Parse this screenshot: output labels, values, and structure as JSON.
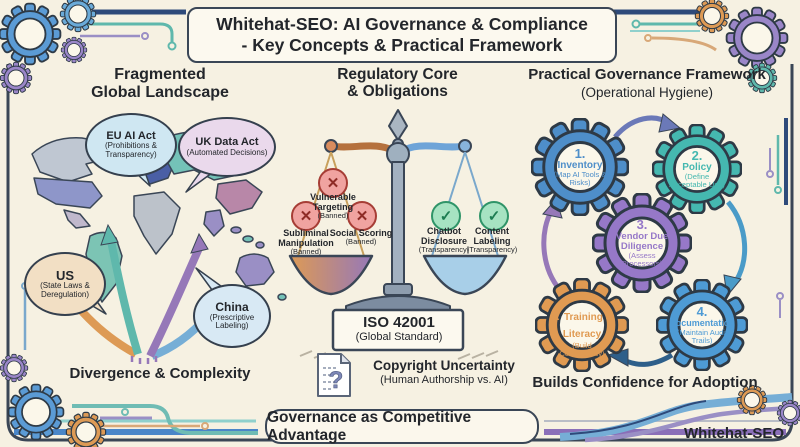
{
  "title": {
    "line1": "Whitehat-SEO: AI Governance & Compliance",
    "line2": "- Key Concepts & Practical Framework"
  },
  "brand": "Whitehat-SEO",
  "banner": "Governance as Competitive Advantage",
  "left": {
    "heading_line1": "Fragmented",
    "heading_line2": "Global Landscape",
    "callouts": [
      {
        "name": "EU AI Act",
        "detail": "(Prohibitions & Transparency)"
      },
      {
        "name": "UK Data Act",
        "detail": "(Automated Decisions)"
      },
      {
        "name": "US",
        "detail": "(State Laws & Deregulation)"
      },
      {
        "name": "China",
        "detail": "(Prescriptive Labeling)"
      }
    ],
    "caption": "Divergence & Complexity"
  },
  "center": {
    "heading_line1": "Regulatory Core",
    "heading_line2": "& Obligations",
    "scale_left": [
      {
        "label": "Vulnerable Targeting",
        "tag": "(Banned)"
      },
      {
        "label": "Subliminal Manipulation",
        "tag": "(Banned)"
      },
      {
        "label": "Social Scoring",
        "tag": "(Banned)"
      }
    ],
    "scale_right": [
      {
        "label": "Chatbot Disclosure",
        "tag": "(Transparency)"
      },
      {
        "label": "Content Labeling",
        "tag": "(Transparency)"
      }
    ],
    "standard_title": "ISO 42001",
    "standard_detail": "(Global Standard)",
    "copyright_title": "Copyright Uncertainty",
    "copyright_detail": "(Human Authorship vs. AI)"
  },
  "right": {
    "heading_line1": "Practical Governance Framework",
    "heading_line2": "(Operational Hygiene)",
    "steps": [
      {
        "num": "1.",
        "title": "Inventory",
        "detail": "(Map AI Tools & Risks)"
      },
      {
        "num": "2.",
        "title": "Policy",
        "detail": "(Define Acceptable Use)"
      },
      {
        "num": "3.",
        "title": "Vendor Due Diligence",
        "detail": "(Assess Processors)"
      },
      {
        "num": "4.",
        "title": "Documentation",
        "detail": "(Maintain Audit Trails)"
      },
      {
        "num": "5.",
        "title": "Training & Literacy",
        "detail": "(Build Competency)"
      }
    ],
    "caption": "Builds Confidence for Adoption"
  },
  "colors": {
    "background": "#f6f1e2",
    "ink": "#23262b",
    "outline": "#3a4656",
    "banned_red": "#a63d35",
    "allowed_green": "#2f9468",
    "gear_blue": "#4e8ec9",
    "gear_teal": "#45b8b0",
    "gear_purple": "#9678c8",
    "gear_orange": "#e09a52",
    "scale_left_pan_start": "#dd9a55",
    "scale_left_pan_end": "#9678b8",
    "scale_right_pan": "#a8cfe8"
  }
}
